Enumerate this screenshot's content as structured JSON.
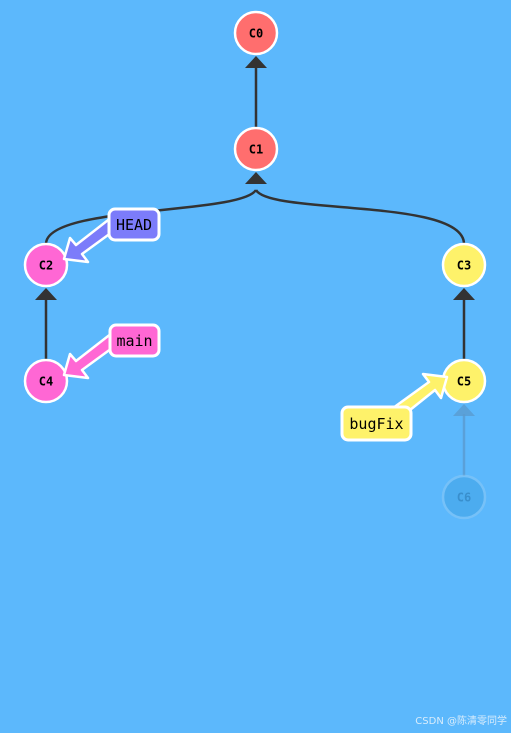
{
  "graph": {
    "colors": {
      "background": "#5cb8fc",
      "edge": "#333333",
      "ghost": "#4aa8e0",
      "ghost_edge": "#5a9bd0",
      "main_branch": "#ff6e6e",
      "feature_branch": "#ff67d4",
      "bugfix_branch": "#fef26a",
      "head": "#7c7cfa"
    },
    "commits": [
      {
        "id": "C0",
        "branch": "root",
        "ghost": false
      },
      {
        "id": "C1",
        "branch": "root",
        "ghost": false
      },
      {
        "id": "C2",
        "branch": "main",
        "ghost": false
      },
      {
        "id": "C3",
        "branch": "bugFix",
        "ghost": false
      },
      {
        "id": "C4",
        "branch": "main",
        "ghost": false
      },
      {
        "id": "C5",
        "branch": "bugFix",
        "ghost": false
      },
      {
        "id": "C6",
        "branch": "bugFix",
        "ghost": true
      }
    ],
    "edges": [
      {
        "from": "C1",
        "to": "C0"
      },
      {
        "from": "C2",
        "to": "C1"
      },
      {
        "from": "C3",
        "to": "C1"
      },
      {
        "from": "C4",
        "to": "C2"
      },
      {
        "from": "C5",
        "to": "C3"
      },
      {
        "from": "C6",
        "to": "C5",
        "ghost": true
      }
    ],
    "refs": [
      {
        "name": "HEAD",
        "target": "C2"
      },
      {
        "name": "main",
        "target": "C4"
      },
      {
        "name": "bugFix",
        "target": "C5"
      }
    ]
  },
  "watermark": "CSDN @陈清零同学"
}
